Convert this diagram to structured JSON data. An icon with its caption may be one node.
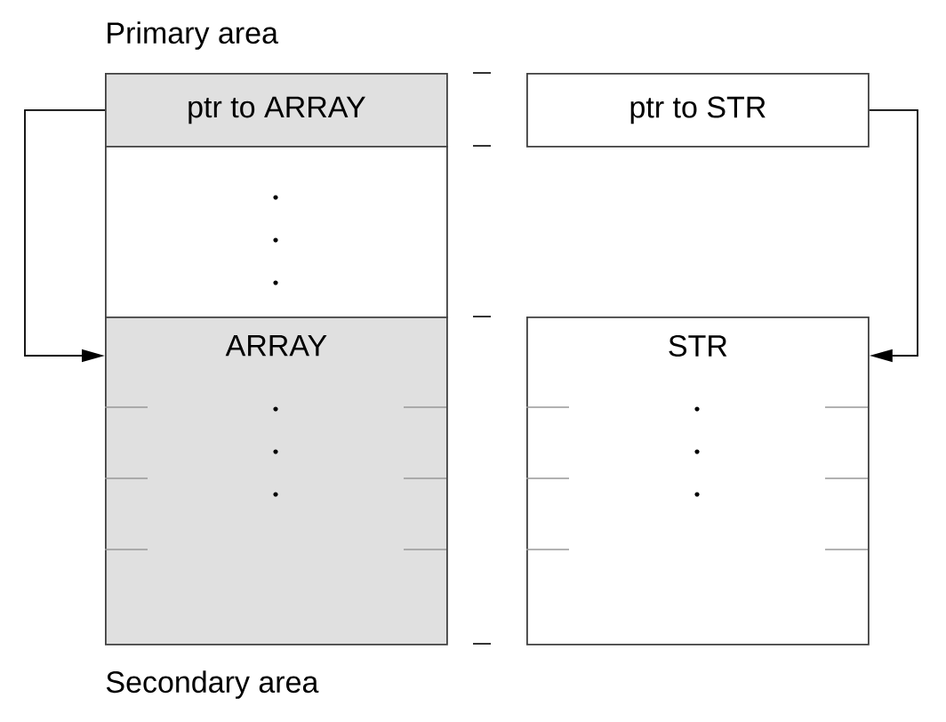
{
  "diagram": {
    "nodes": [
      {
        "text": [
          "ptr to ARRAY"
        ]
      },
      {
        "text": [],
        "shape": "box"
      },
      {
        "text": [
          "ARRAY"
        ]
      },
      {
        "text": [
          "ptr to STR"
        ]
      },
      {
        "text": [
          "STR"
        ]
      }
    ],
    "edges": [
      {
        "from": 0,
        "to": 2,
        "arrow": "to"
      },
      {
        "from": 3,
        "to": 4,
        "arrow": "to"
      }
    ],
    "labels": [
      "Primary area",
      "Secondary area"
    ]
  }
}
